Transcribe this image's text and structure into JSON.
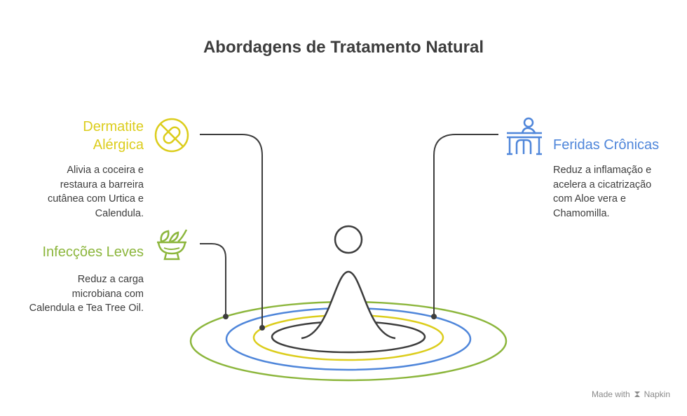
{
  "title": "Abordagens de Tratamento Natural",
  "items": {
    "dermatite": {
      "heading_line1": "Dermatite",
      "heading_line2": "Alérgica",
      "desc_lines": [
        "Alivia a coceira e",
        "restaura a barreira",
        "cutânea com Urtica e",
        "Calendula."
      ],
      "color": "#dccd1c",
      "icon": "no-pill-icon"
    },
    "infeccoes": {
      "heading": "Infecções Leves",
      "desc_lines": [
        "Reduz a carga",
        "microbiana com",
        "Calendula e Tea Tree Oil."
      ],
      "color": "#8cb63c",
      "icon": "herbal-mortar-icon"
    },
    "feridas": {
      "heading": "Feridas Crônicas",
      "desc_lines": [
        "Reduz a inflamação e",
        "acelera a cicatrização",
        "com Aloe vera e",
        "Chamomilla."
      ],
      "color": "#4f86da",
      "icon": "patient-bed-icon"
    }
  },
  "footer": {
    "made_with": "Made with",
    "brand": "Napkin"
  }
}
